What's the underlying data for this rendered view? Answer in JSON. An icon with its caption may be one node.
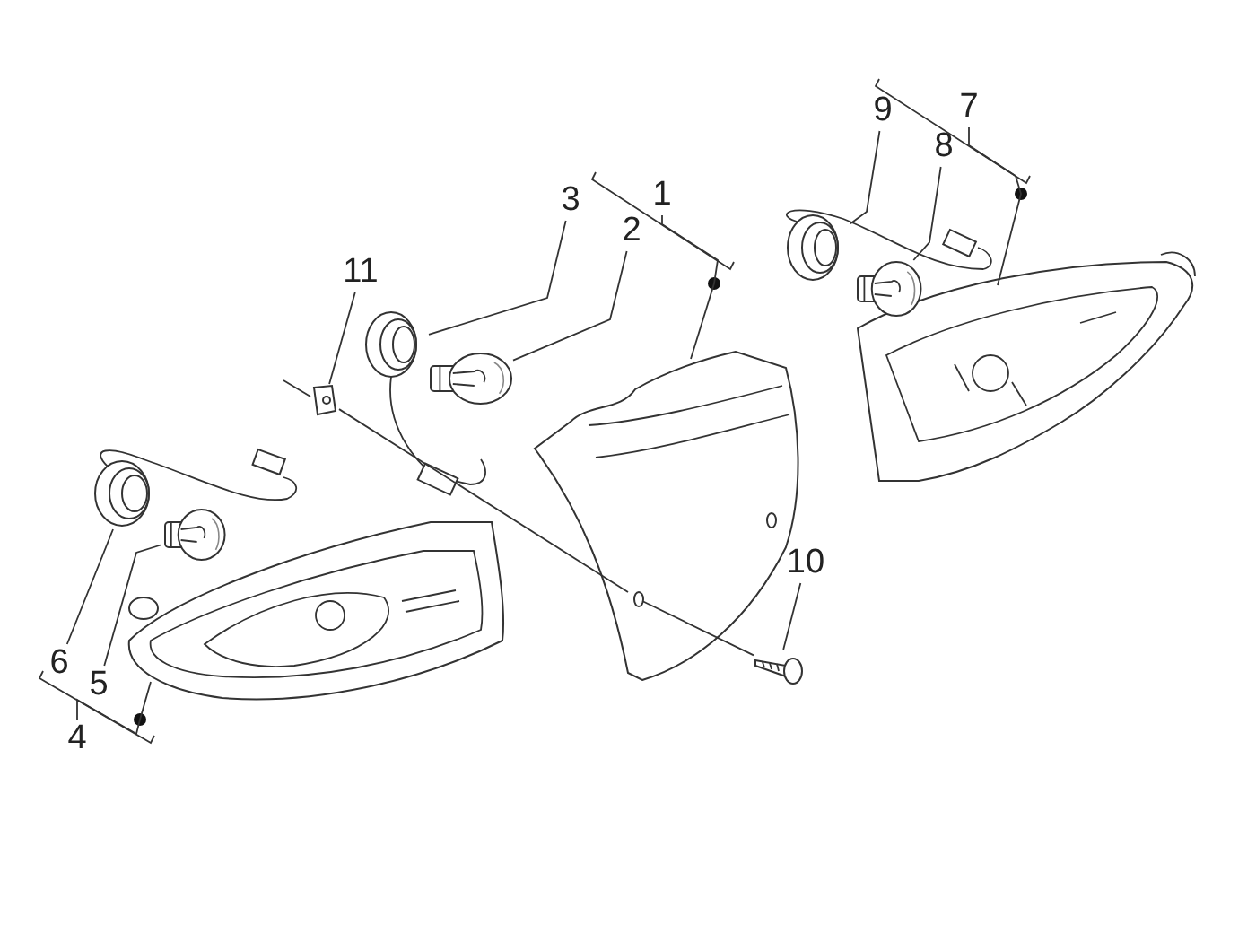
{
  "diagram": {
    "nodes": [
      {
        "text": [
          "1"
        ]
      },
      {
        "text": [
          "2"
        ]
      },
      {
        "text": [
          "3"
        ]
      },
      {
        "text": [
          "11"
        ]
      },
      {
        "text": [
          "7"
        ]
      },
      {
        "text": [
          "9"
        ]
      },
      {
        "text": [
          "8"
        ]
      },
      {
        "text": [
          "10"
        ]
      },
      {
        "text": [
          "6"
        ]
      },
      {
        "text": [
          "5"
        ]
      },
      {
        "text": [
          "4"
        ]
      },
      {
        "text": [],
        "shape": "picture"
      },
      {
        "text": [],
        "shape": "picture"
      },
      {
        "text": [],
        "shape": "picture"
      },
      {
        "text": [],
        "shape": "picture"
      },
      {
        "text": [],
        "shape": "picture"
      },
      {
        "text": [],
        "shape": "picture"
      },
      {
        "text": [],
        "shape": "picture"
      },
      {
        "text": [],
        "shape": "picture"
      },
      {
        "text": [],
        "shape": "picture"
      },
      {
        "text": [],
        "shape": "picture"
      },
      {
        "text": [],
        "shape": "picture"
      }
    ],
    "edges": [
      {
        "from": 0,
        "to": 13,
        "arrow": "none"
      },
      {
        "from": 1,
        "to": 12,
        "arrow": "none"
      },
      {
        "from": 2,
        "to": 11,
        "arrow": "none"
      },
      {
        "from": 3,
        "to": 14,
        "arrow": "none"
      },
      {
        "from": 4,
        "to": 15,
        "arrow": "none"
      },
      {
        "from": 5,
        "to": 16,
        "arrow": "none"
      },
      {
        "from": 6,
        "to": 17,
        "arrow": "none"
      },
      {
        "from": 7,
        "to": 18,
        "arrow": "none"
      },
      {
        "from": 8,
        "to": 19,
        "arrow": "none"
      },
      {
        "from": 9,
        "to": 20,
        "arrow": "none"
      },
      {
        "from": 10,
        "to": 21,
        "arrow": "none"
      },
      {
        "from": 14,
        "to": 13,
        "arrow": "none"
      },
      {
        "from": 18,
        "to": 13,
        "arrow": "none"
      }
    ]
  }
}
